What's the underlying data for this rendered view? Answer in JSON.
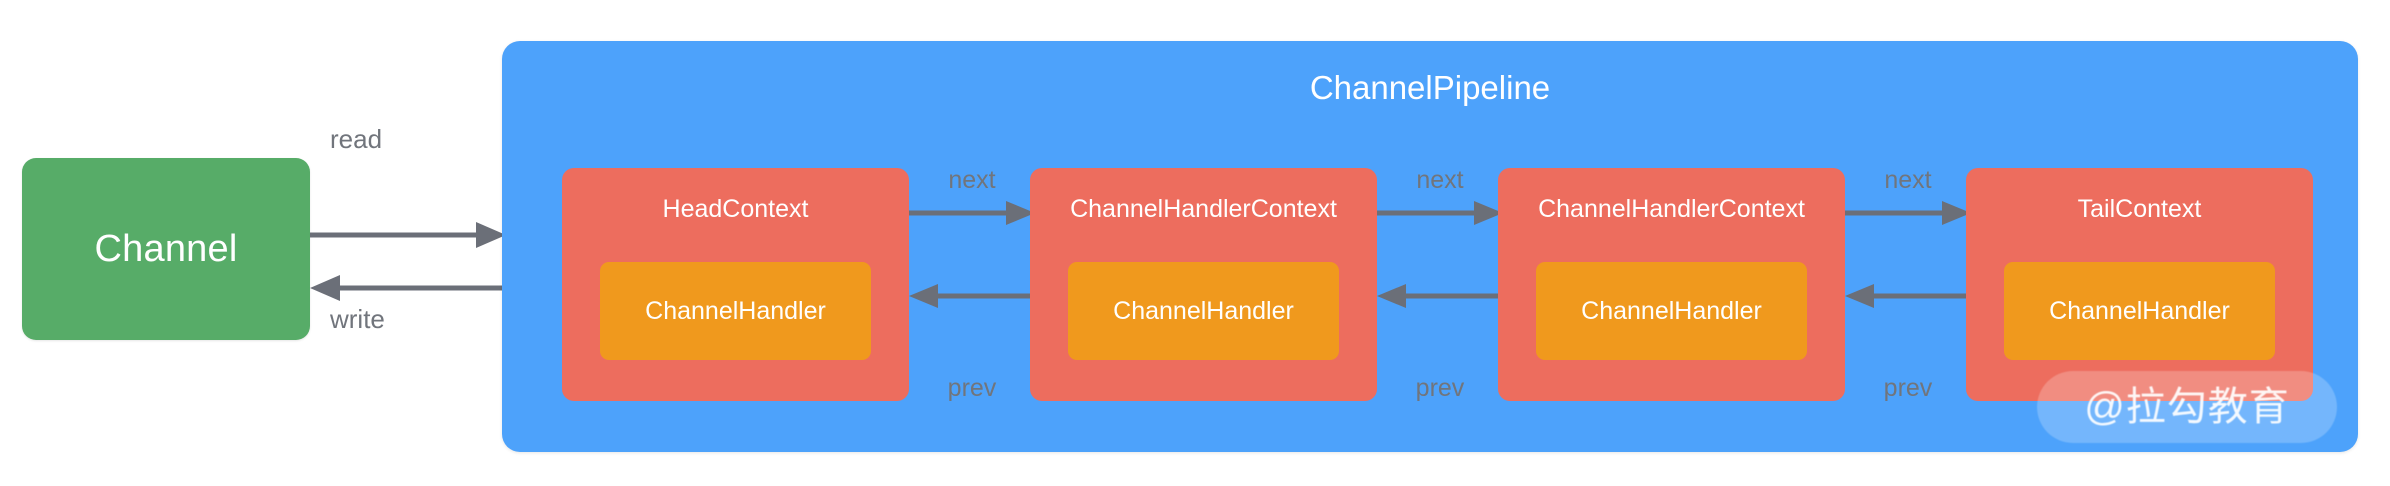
{
  "diagram": {
    "title_hidden": "",
    "channel": {
      "label": "Channel",
      "color": "#57ac68"
    },
    "pipeline": {
      "title": "ChannelPipeline",
      "color": "#4da2fb"
    },
    "channel_links": {
      "read_label": "read",
      "write_label": "write",
      "arrow_color": "#6b6f78"
    },
    "contexts": [
      {
        "title": "HeadContext",
        "handler": "ChannelHandler",
        "box_color": "#ed6d5e",
        "handler_color": "#f0991d"
      },
      {
        "title": "ChannelHandlerContext",
        "handler": "ChannelHandler",
        "box_color": "#ed6d5e",
        "handler_color": "#f0991d"
      },
      {
        "title": "ChannelHandlerContext",
        "handler": "ChannelHandler",
        "box_color": "#ed6d5e",
        "handler_color": "#f0991d"
      },
      {
        "title": "TailContext",
        "handler": "ChannelHandler",
        "box_color": "#ed6d5e",
        "handler_color": "#f0991d"
      }
    ],
    "links": [
      {
        "next_label": "next",
        "prev_label": "prev"
      },
      {
        "next_label": "next",
        "prev_label": "prev"
      },
      {
        "next_label": "next",
        "prev_label": "prev"
      }
    ],
    "watermark": {
      "text": "@拉勾教育"
    }
  }
}
